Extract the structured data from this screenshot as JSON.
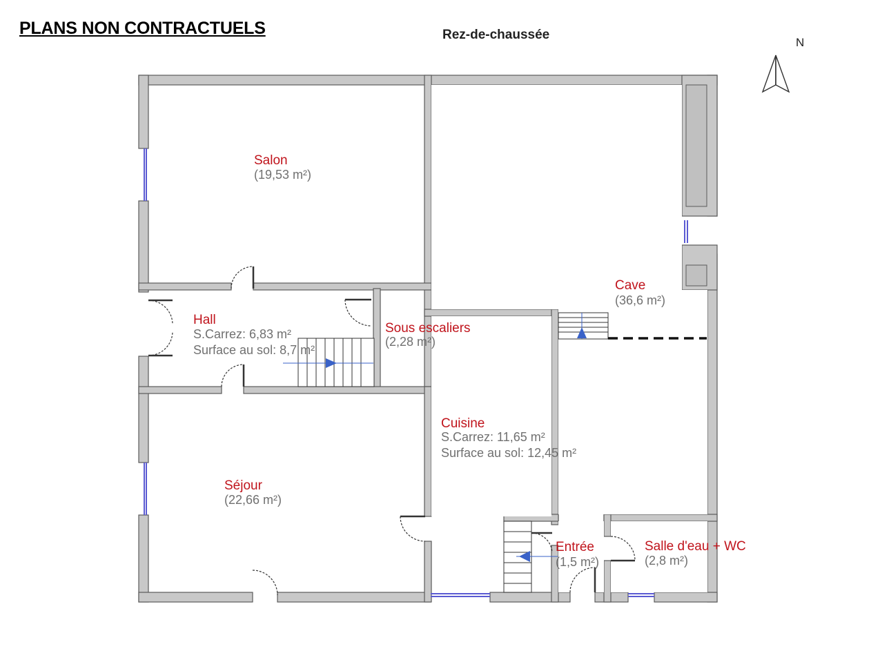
{
  "header": {
    "disclaimer": "PLANS NON CONTRACTUELS",
    "floor_title": "Rez-de-chaussée",
    "north_label": "N"
  },
  "colors": {
    "wall_fill": "#c8c8c8",
    "wall_stroke": "#5a5a5a",
    "room_name": "#c0141c",
    "room_info": "#707070",
    "window": "#5a5ad2",
    "stair_arrow": "#3a62c8"
  },
  "rooms": {
    "salon": {
      "name": "Salon",
      "area": "(19,53 m²)"
    },
    "hall": {
      "name": "Hall",
      "carrez": "S.Carrez: 6,83 m²",
      "sol": "Surface au sol: 8,7 m²"
    },
    "sous_escaliers": {
      "name": "Sous escaliers",
      "area": "(2,28 m²)"
    },
    "cave": {
      "name": "Cave",
      "area": "(36,6 m²)"
    },
    "cuisine": {
      "name": "Cuisine",
      "carrez": "S.Carrez: 11,65 m²",
      "sol": "Surface au sol: 12,45 m²"
    },
    "sejour": {
      "name": "Séjour",
      "area": "(22,66 m²)"
    },
    "entree": {
      "name": "Entrée",
      "area": "(1,5 m²)"
    },
    "salle_eau": {
      "name": "Salle d'eau + WC",
      "area": "(2,8 m²)"
    }
  }
}
